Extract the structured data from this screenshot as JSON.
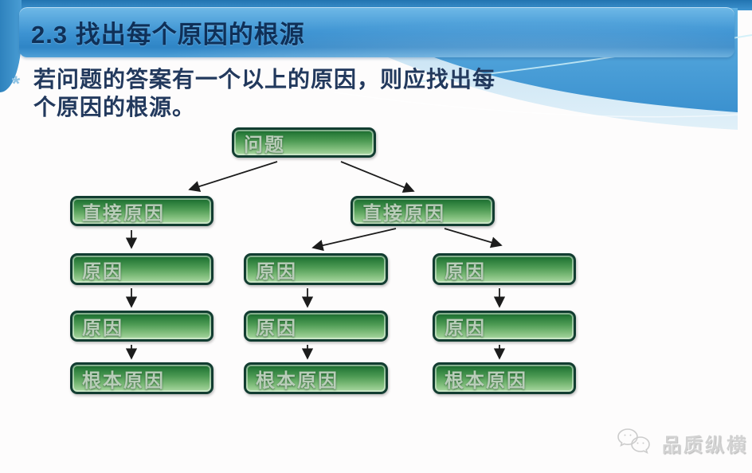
{
  "header": {
    "title": "2.3 找出每个原因的根源"
  },
  "body": {
    "bullet": "*",
    "line1": "若问题的答案有一个以上的原因，则应找出每",
    "line2": "个原因的根源。"
  },
  "diagram": {
    "nodes": [
      {
        "id": "problem",
        "label": "问题"
      },
      {
        "id": "direct-cause-left",
        "label": "直接原因"
      },
      {
        "id": "direct-cause-right",
        "label": "直接原因"
      },
      {
        "id": "cause-left-1",
        "label": "原因"
      },
      {
        "id": "cause-middle-1",
        "label": "原因"
      },
      {
        "id": "cause-right-1",
        "label": "原因"
      },
      {
        "id": "cause-left-2",
        "label": "原因"
      },
      {
        "id": "cause-middle-2",
        "label": "原因"
      },
      {
        "id": "cause-right-2",
        "label": "原因"
      },
      {
        "id": "root-cause-left",
        "label": "根本原因"
      },
      {
        "id": "root-cause-middle",
        "label": "根本原因"
      },
      {
        "id": "root-cause-right",
        "label": "根本原因"
      }
    ]
  },
  "watermark": {
    "label": "品质纵横",
    "icon": "chat-bubbles-icon"
  },
  "colors": {
    "header_blue": "#3d93d2",
    "title_text": "#0f3058",
    "body_text": "#22395d",
    "bullet_blue": "#8fc3e4",
    "box_green_dark": "#17632a",
    "box_green_light": "#abd9a3",
    "box_border": "#123d31",
    "box_text": "#b9cdb9",
    "arrow": "#1c1c1c",
    "watermark_gray": "#d2d2d2"
  }
}
